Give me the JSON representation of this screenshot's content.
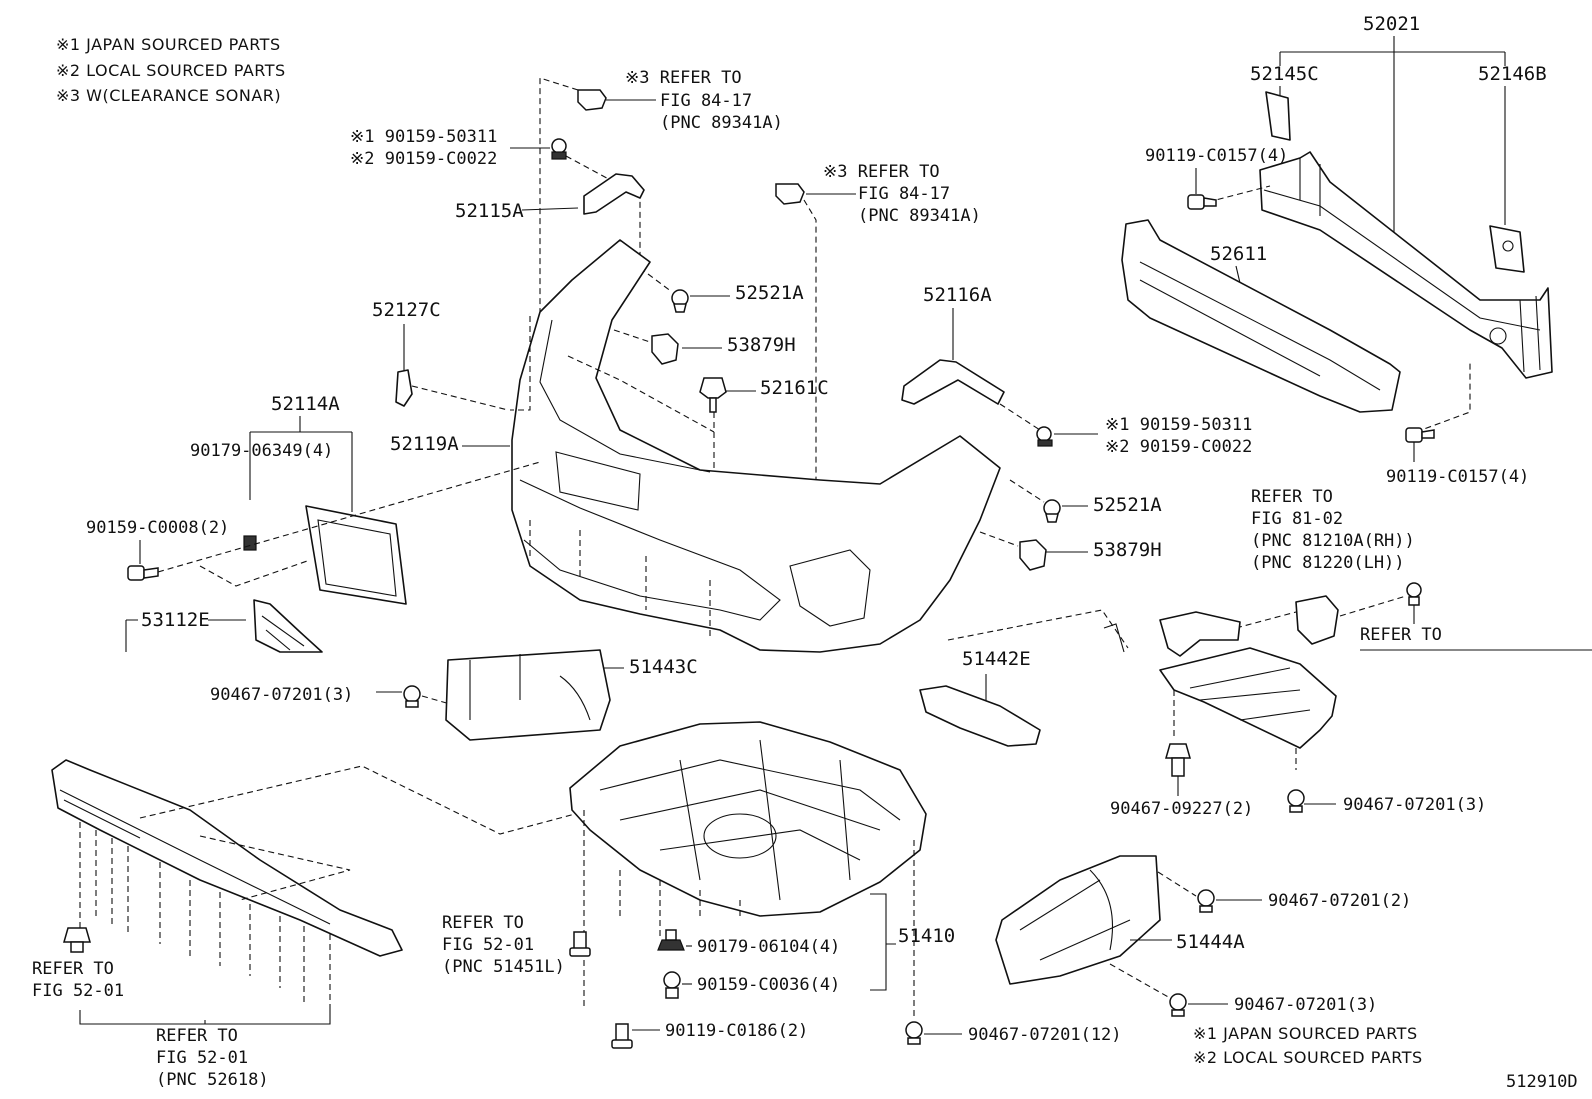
{
  "notes_top": [
    "※1  JAPAN SOURCED PARTS",
    "※2  LOCAL SOURCED PARTS",
    "※3  W(CLEARANCE SONAR)"
  ],
  "notes_bottom": [
    "※1 JAPAN SOURCED PARTS",
    "※2 LOCAL SOURCED PARTS"
  ],
  "figure_id": "512910D",
  "labels": {
    "p52021": "52021",
    "p52145C": "52145C",
    "p52146B": "52146B",
    "p90119_C0157_top": "90119-C0157(4)",
    "p52611": "52611",
    "p90119_C0157_bot": "90119-C0157(4)",
    "ref_sonar_1_a": "※3 REFER TO",
    "ref_sonar_1_b": "FIG 84-17",
    "ref_sonar_1_c": "(PNC 89341A)",
    "ref_sonar_2_a": "※3 REFER TO",
    "ref_sonar_2_b": "FIG 84-17",
    "ref_sonar_2_c": "(PNC 89341A)",
    "clip_left_a": "※1 90159-50311",
    "clip_left_b": "※2 90159-C0022",
    "clip_right_a": "※1 90159-50311",
    "clip_right_b": "※2 90159-C0022",
    "p52115A": "52115A",
    "p52521A_1": "52521A",
    "p53879H_1": "53879H",
    "p52161C": "52161C",
    "p52116A": "52116A",
    "p52127C": "52127C",
    "p52114A": "52114A",
    "p90179_06349": "90179-06349(4)",
    "p52119A": "52119A",
    "p90159_C0008": "90159-C0008(2)",
    "p52521A_2": "52521A",
    "p53879H_2": "53879H",
    "fog_ref_a": "REFER TO",
    "fog_ref_b": "FIG 81-02",
    "fog_ref_c": "(PNC 81210A(RH))",
    "fog_ref_d": "(PNC 81220(LH))",
    "refer_to_right": "REFER TO",
    "p53112E": "53112E",
    "p51443C": "51443C",
    "p51442E": "51442E",
    "p90467_07201_left": "90467-07201(3)",
    "p90467_09227": "90467-09227(2)",
    "p90467_07201_right": "90467-07201(3)",
    "p90467_07201_2": "90467-07201(2)",
    "p51444A": "51444A",
    "p90467_07201_3b": "90467-07201(3)",
    "ref_5201_a": "REFER TO",
    "ref_5201_b": "FIG 52-01",
    "ref_5201_c": "(PNC 51451L)",
    "p90179_06104": "90179-06104(4)",
    "p90159_C0036": "90159-C0036(4)",
    "p51410": "51410",
    "p90119_C0186": "90119-C0186(2)",
    "p90467_07201_12": "90467-07201(12)",
    "ref_left_a": "REFER TO",
    "ref_left_b": "FIG 52-01",
    "ref_bottom_a": "REFER TO",
    "ref_bottom_b": "FIG 52-01",
    "ref_bottom_c": "(PNC 52618)"
  }
}
